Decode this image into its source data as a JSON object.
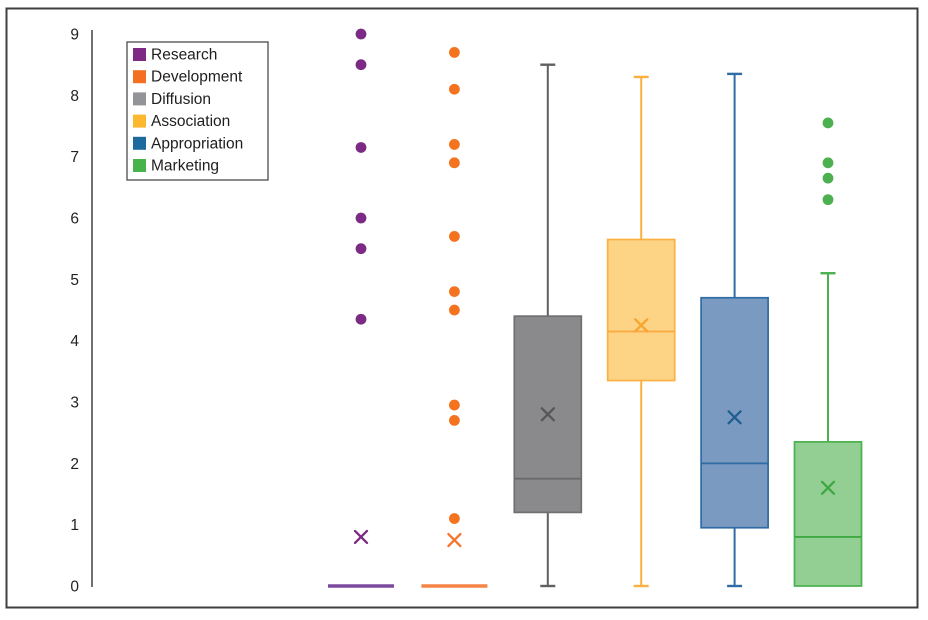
{
  "figure": {
    "background": "#ffffff",
    "border_color": "#3f3f41",
    "axis_color": "#414042",
    "tick_label_color": "#232323"
  },
  "chart_data": {
    "type": "boxplot",
    "title": "",
    "xlabel": "",
    "ylabel": "",
    "ylim": [
      0,
      9
    ],
    "yticks": [
      0,
      1,
      2,
      3,
      4,
      5,
      6,
      7,
      8,
      9
    ],
    "grid": false,
    "legend_position": "top-left",
    "series": [
      {
        "name": "Research",
        "legend_color": "#7c2a83",
        "box": {
          "low": 0,
          "q1": 0,
          "median": 0,
          "q3": 0,
          "high": 0
        },
        "mean": 0.8,
        "outliers": [
          9.0,
          8.5,
          7.15,
          6.0,
          5.5,
          4.35
        ],
        "style": {
          "dot": "#7c2a83",
          "stroke": "#7b4a9e",
          "fill": "none",
          "median": "#7b4a9e",
          "whisker": "#7b4a9e",
          "mean": "#7c2a83"
        }
      },
      {
        "name": "Development",
        "legend_color": "#f36f21",
        "box": {
          "low": 0,
          "q1": 0,
          "median": 0,
          "q3": 0,
          "high": 0
        },
        "mean": 0.75,
        "outliers": [
          8.7,
          8.1,
          7.2,
          6.9,
          5.7,
          4.8,
          4.5,
          2.95,
          2.7,
          1.1
        ],
        "style": {
          "dot": "#f4731f",
          "stroke": "#f58447",
          "fill": "none",
          "median": "#f58447",
          "whisker": "#f58447",
          "mean": "#f4742c"
        }
      },
      {
        "name": "Diffusion",
        "legend_color": "#929497",
        "box": {
          "low": 0,
          "q1": 1.2,
          "median": 1.75,
          "q3": 4.4,
          "high": 8.5
        },
        "mean": 2.8,
        "outliers": [],
        "style": {
          "dot": "#8a8a8d",
          "stroke": "#707073",
          "fill": "#8a8a8d",
          "median": "#686a6d",
          "whisker": "#5f6062",
          "mean": "#56575a"
        }
      },
      {
        "name": "Association",
        "legend_color": "#fcb82e",
        "box": {
          "low": 0,
          "q1": 3.35,
          "median": 4.15,
          "q3": 5.65,
          "high": 8.3
        },
        "mean": 4.25,
        "outliers": [],
        "style": {
          "dot": "#fbb040",
          "stroke": "#fbb040",
          "fill": "#fdd385",
          "median": "#faa93c",
          "whisker": "#fbb040",
          "mean": "#f8a42e"
        }
      },
      {
        "name": "Appropriation",
        "legend_color": "#1e6a9c",
        "box": {
          "low": 0,
          "q1": 0.95,
          "median": 2.0,
          "q3": 4.7,
          "high": 8.35
        },
        "mean": 2.75,
        "outliers": [],
        "style": {
          "dot": "#2e6ca3",
          "stroke": "#2e6ca3",
          "fill": "#7a9ac2",
          "median": "#2e6ca3",
          "whisker": "#2e6ca3",
          "mean": "#215f91"
        }
      },
      {
        "name": "Marketing",
        "legend_color": "#49b34b",
        "box": {
          "low": 0,
          "q1": 0,
          "median": 0.8,
          "q3": 2.35,
          "high": 5.1
        },
        "mean": 1.6,
        "outliers": [
          7.55,
          6.9,
          6.65,
          6.3
        ],
        "style": {
          "dot": "#4cb051",
          "stroke": "#4ab14e",
          "fill": "#93ce92",
          "median": "#3fa845",
          "whisker": "#4ab14e",
          "mean": "#3fa845"
        }
      }
    ]
  }
}
